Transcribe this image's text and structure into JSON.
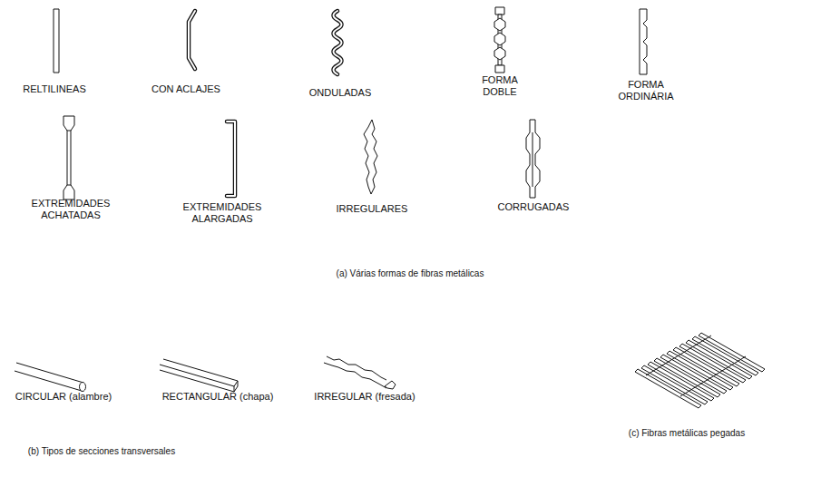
{
  "diagram": {
    "labels": [
      "RELTILINEAS",
      "CON ACLAJES",
      "ONDULADAS",
      "FORMA DOBLE",
      "FORMA ORDINÁRIA",
      "EXTREMIDADES ACHATADAS",
      "EXTREMIDADES ALARGADAS",
      "IRREGULARES",
      "CORRUGADAS",
      "(a) Várias formas de fibras metálicas",
      "CIRCULAR (alambre)",
      "RECTANGULAR (chapa)",
      "IRREGULAR (fresada)",
      "(c) Fibras metálicas pegadas",
      "(b) Tipos de secciones transversales"
    ]
  }
}
